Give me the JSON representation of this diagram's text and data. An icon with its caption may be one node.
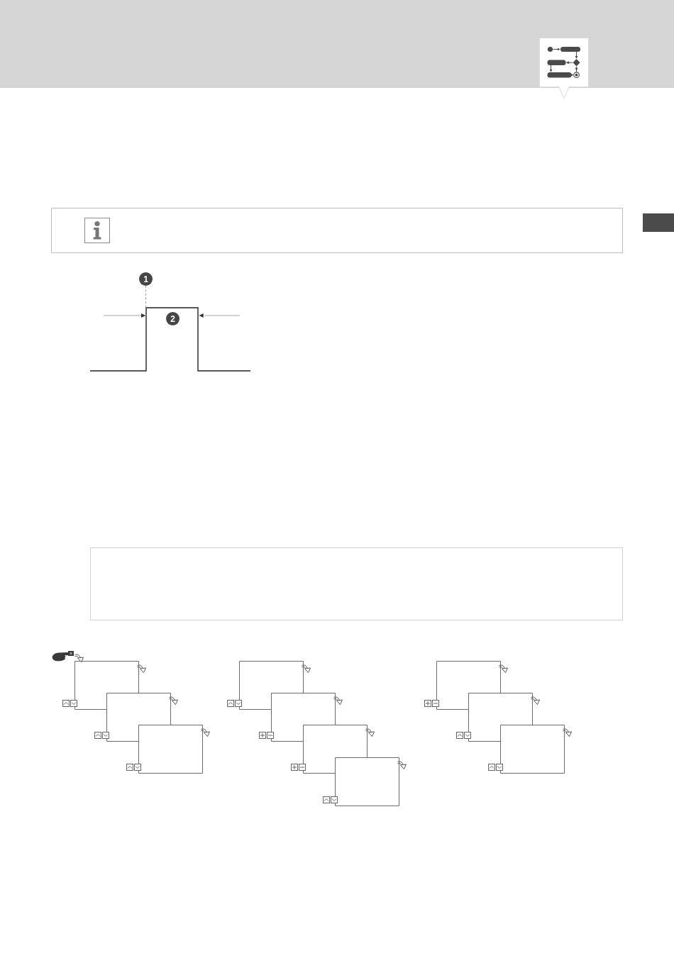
{
  "diagram": {
    "nodes": [
      {
        "text": [],
        "shape": "box"
      },
      {
        "text": [
          "1"
        ]
      },
      {
        "text": [],
        "shape": "picture"
      },
      {
        "text": [
          "2"
        ],
        "in": 2
      },
      {
        "text": [],
        "shape": "box"
      },
      {
        "text": [],
        "shape": "box"
      },
      {
        "text": [],
        "shape": "box"
      },
      {
        "text": [],
        "shape": "box"
      },
      {
        "text": [],
        "shape": "box"
      },
      {
        "text": [],
        "shape": "box"
      },
      {
        "text": [],
        "shape": "box"
      },
      {
        "text": [],
        "shape": "box"
      },
      {
        "text": [],
        "shape": "box"
      },
      {
        "text": [],
        "shape": "box"
      },
      {
        "text": [],
        "shape": "box"
      }
    ],
    "edges": [
      {
        "from": 1,
        "to": 2,
        "arrow": "none",
        "style": "dashed"
      }
    ]
  }
}
